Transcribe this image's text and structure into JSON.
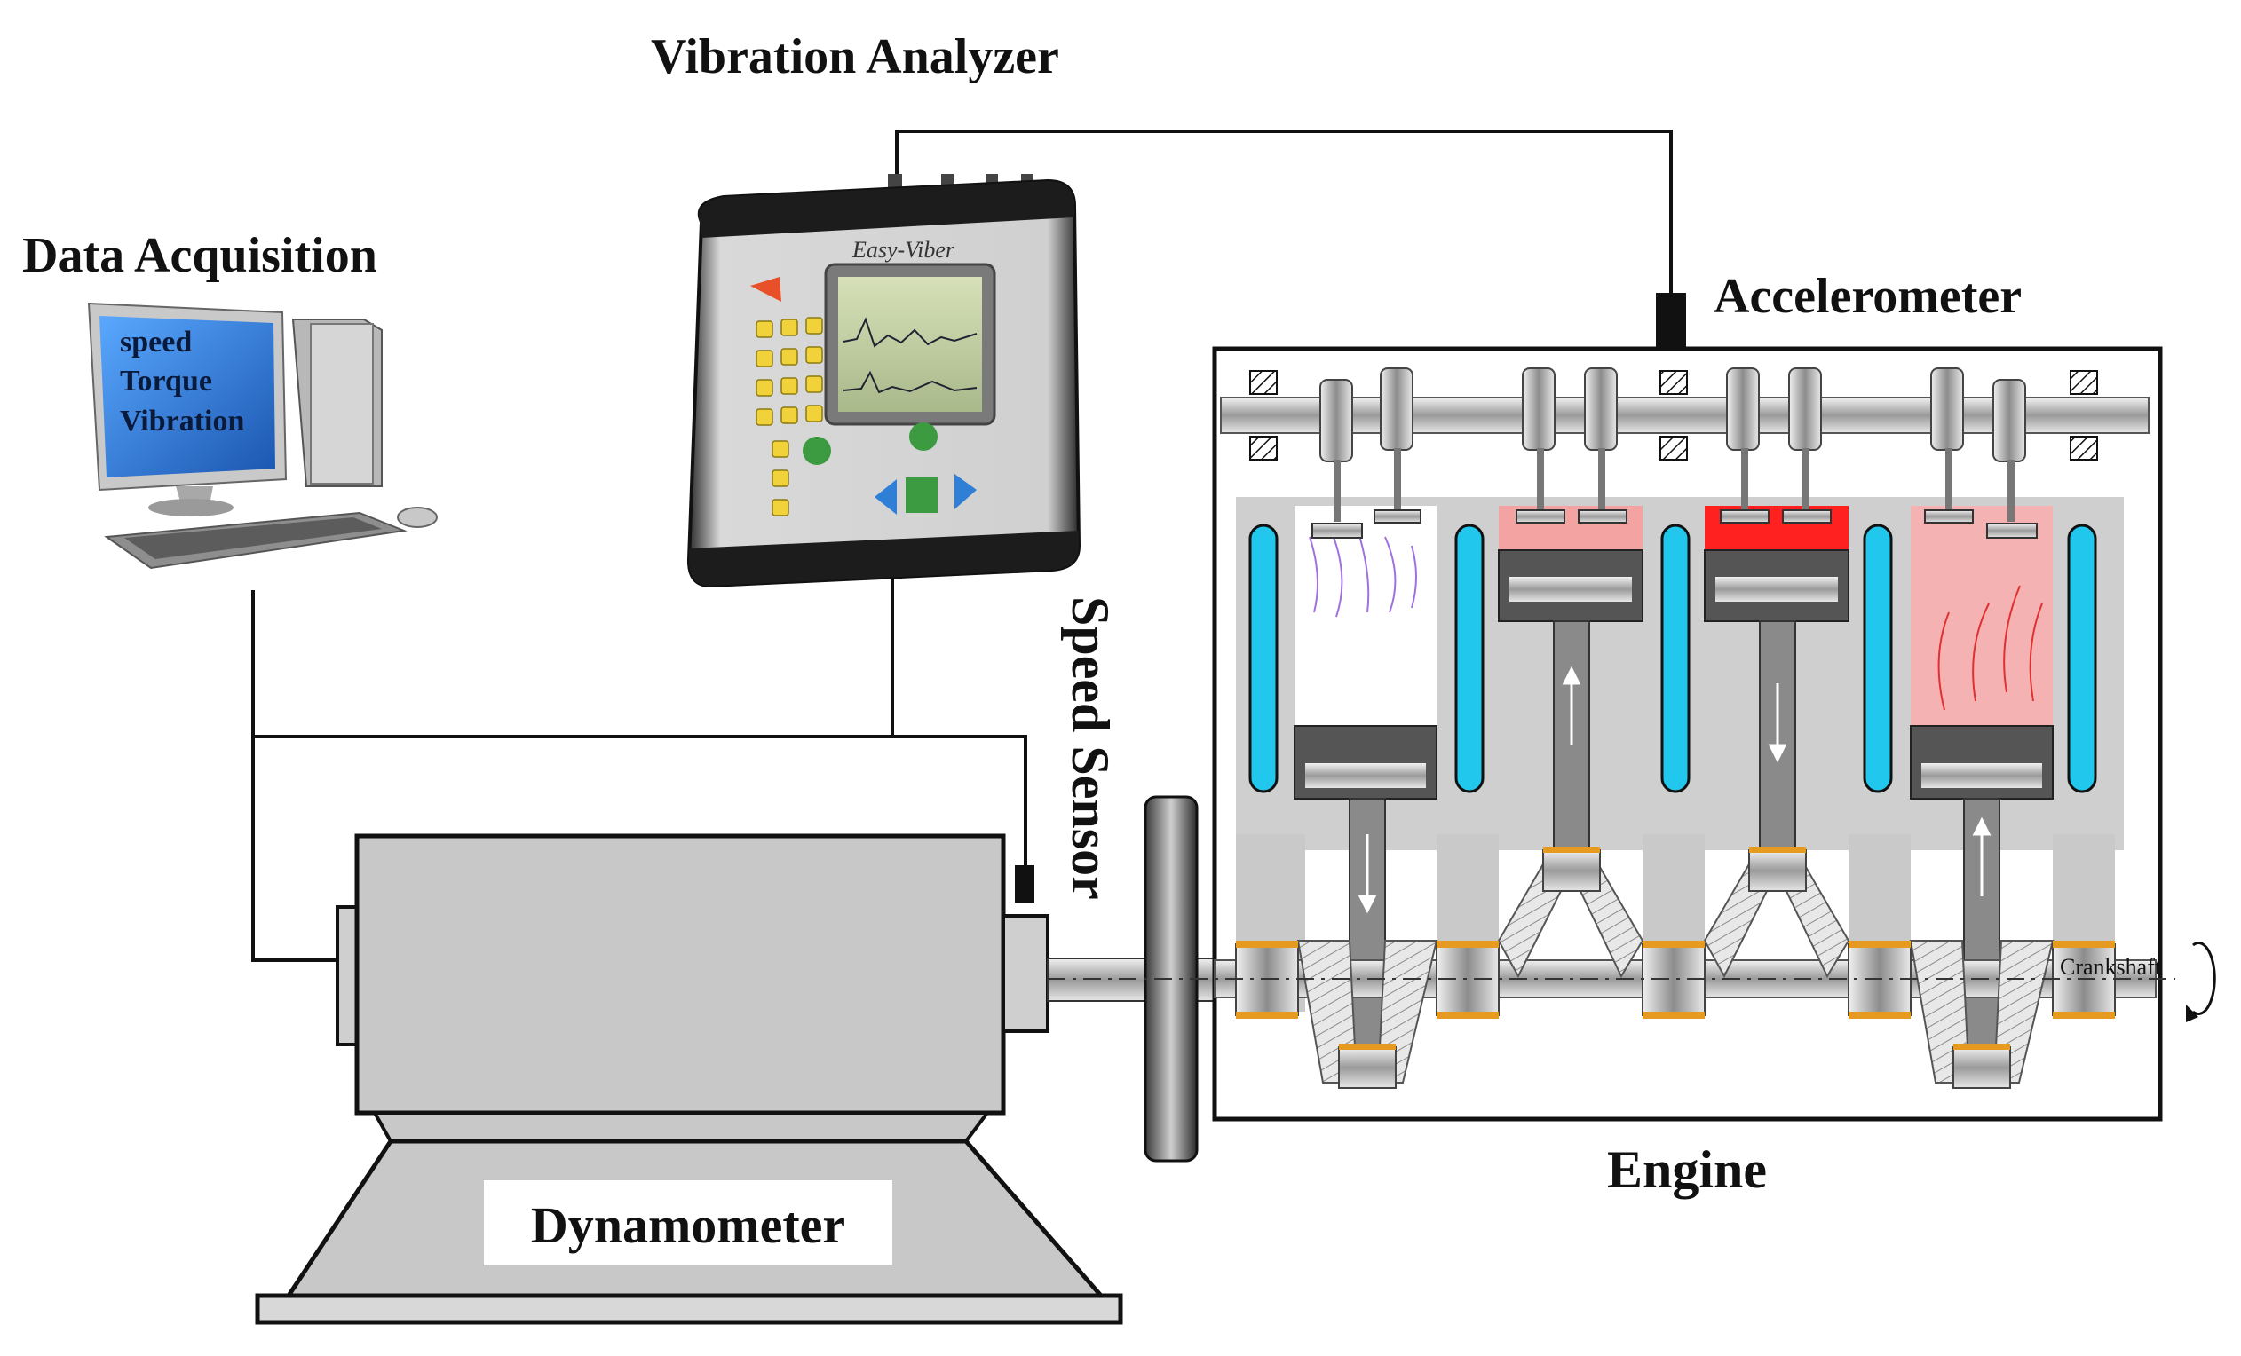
{
  "labels": {
    "vibration_analyzer": "Vibration Analyzer",
    "data_acquisition": "Data Acquisition",
    "accelerometer": "Accelerometer",
    "speed_sensor": "Speed Sensor",
    "engine": "Engine",
    "dynamometer": "Dynamometer",
    "crankshaft": "Crankshaft"
  },
  "monitor_screen": [
    "speed",
    "Torque",
    "Vibration"
  ],
  "analyzer_brand": "Easy-Viber",
  "colors": {
    "line": "#111111",
    "dyno_body": "#c8c8c8",
    "engine_block": "#cfcfcf",
    "coolant": "#22c7ee",
    "combustion_red": "#ff2020",
    "combustion_pink": "#f4a3a3",
    "bearing": "#e69a20",
    "screen_blue": "#2f7fd6"
  }
}
